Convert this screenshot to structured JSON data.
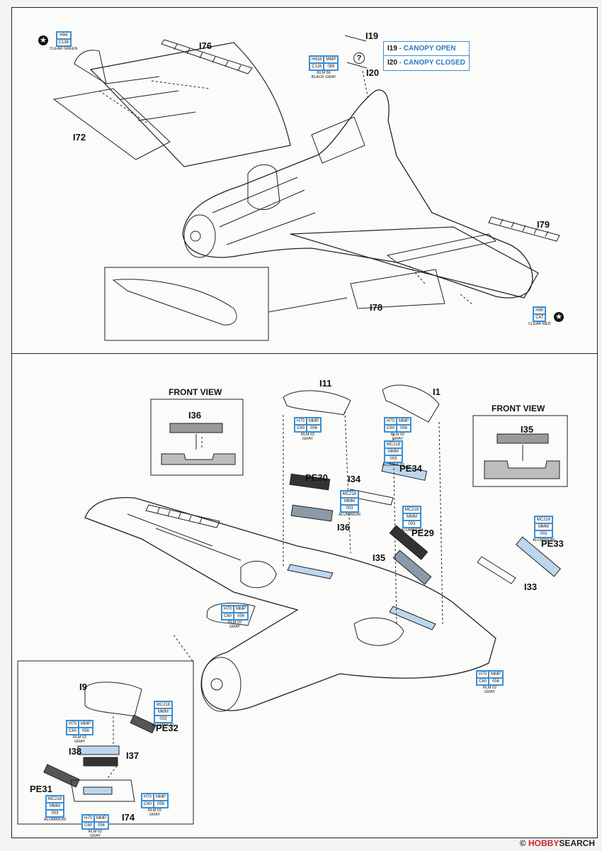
{
  "top_section": {
    "parts": {
      "I76": "I76",
      "I19": "I19",
      "I20": "I20",
      "I72": "I72",
      "I79": "I79",
      "I78": "I78"
    },
    "canopy_legend": [
      {
        "code": "I19",
        "sep": " - ",
        "desc": "CANOPY OPEN"
      },
      {
        "code": "I20",
        "sep": " - ",
        "desc": "CANOPY CLOSED"
      }
    ],
    "paint_green": {
      "h": "H94",
      "c": "C138",
      "name": "CLEAR GREEN"
    },
    "paint_red": {
      "h": "H90",
      "c": "C47",
      "name": "CLEAR RED"
    },
    "paint_rlm66": {
      "h": "H416",
      "mmp": "MMP",
      "c": "C116",
      "num": "089",
      "name1": "RLM 66",
      "name2": "BLACK GRAY"
    }
  },
  "bottom_section": {
    "front_view_left": {
      "title": "FRONT VIEW",
      "part": "I36"
    },
    "front_view_right": {
      "title": "FRONT VIEW",
      "part": "I35"
    },
    "parts": {
      "I11": "I11",
      "I1": "I1",
      "PE30": "PE30",
      "I34": "I34",
      "PE34": "PE34",
      "I36": "I36",
      "PE29": "PE29",
      "I35": "I35",
      "PE33": "PE33",
      "I33": "I33",
      "I9": "I9",
      "PE32": "PE32",
      "I38": "I38",
      "I37": "I37",
      "PE31": "PE31",
      "I74": "I74"
    },
    "rlm02": {
      "h": "H70",
      "mmp": "MMP",
      "c": "C60",
      "num": "056",
      "name1": "RLM 02",
      "name2": "GRAY"
    },
    "alu": {
      "mc": "MC218",
      "mmm": "MMM",
      "num": "003",
      "name": "ALUMINIUM"
    }
  },
  "watermark": {
    "brand": "HOBBY",
    "rest": "SEARCH",
    "symbol": "©"
  }
}
